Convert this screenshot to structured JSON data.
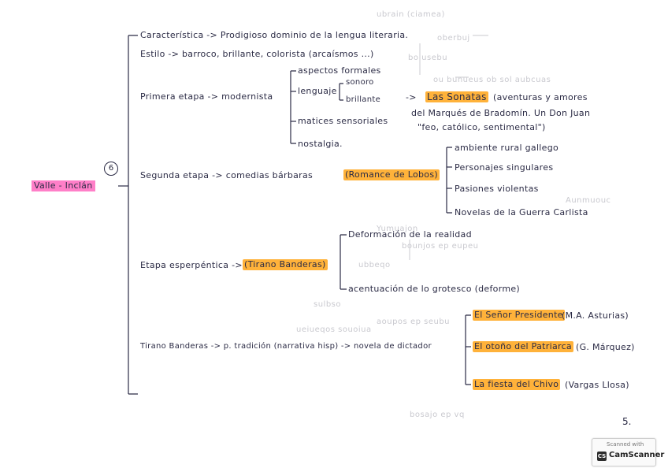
{
  "ghost_text": {
    "g1": "ubrain (ciamea)",
    "g2": "bo usebu",
    "g3": "oberbuj",
    "g4": "ou bunueus ob sol aubcuas",
    "g5": "Yumuajon",
    "g6": "bounjos ep eupeu",
    "g7": "ubbeqo",
    "g8": "aoupos ep seubu",
    "g9": "sulbso",
    "g10": "ueiueqos souoiua",
    "g11": "Aunmuouc",
    "g12": "bosajo ep vq"
  },
  "root": {
    "label": "Valle - Inclán",
    "section_number": "6"
  },
  "characteristics": {
    "caracteristica": "Característica -> Prodigioso dominio de la lengua literaria.",
    "estilo": "Estilo -> barroco, brillante, colorista (arcaísmos ...)"
  },
  "primera": {
    "label": "Primera etapa -> modernista",
    "aspectos": "aspectos formales",
    "lenguaje": "lenguaje",
    "sonoro": "sonoro",
    "brillante": "brillante",
    "matices": "matices sensoriales",
    "nostalgia": "nostalgia.",
    "arrow": "->",
    "sonatas": "Las Sonatas",
    "sonatas_desc_1": "(aventuras y amores",
    "sonatas_desc_2": "del Marqués de Bradomín. Un Don Juan",
    "sonatas_desc_3": "\"feo, católico, sentimental\")"
  },
  "segunda": {
    "label": "Segunda etapa -> comedias bárbaras",
    "highlight": "(Romance de Lobos)",
    "items": [
      "ambiente rural gallego",
      "Personajes singulares",
      "Pasiones violentas",
      "Novelas de la Guerra Carlista"
    ]
  },
  "esperpentica": {
    "label": "Etapa esperpéntica ->",
    "highlight": "(Tirano Banderas)",
    "items": [
      "Deformación de la realidad",
      "acentuación de lo grotesco (deforme)"
    ]
  },
  "tirano": {
    "label": "Tirano Banderas -> p. tradición (narrativa hisp) -> novela de dictador",
    "novels": [
      {
        "title": "El Señor Presidente",
        "author": "(M.A. Asturias)"
      },
      {
        "title": "El otoño del Patriarca",
        "author": "(G. Márquez)"
      },
      {
        "title": "La fiesta del Chivo",
        "author": "(Vargas Llosa)"
      }
    ]
  },
  "page_number": "5.",
  "badge": {
    "scanned": "Scanned with",
    "brand": "CamScanner",
    "logo": "CS"
  }
}
